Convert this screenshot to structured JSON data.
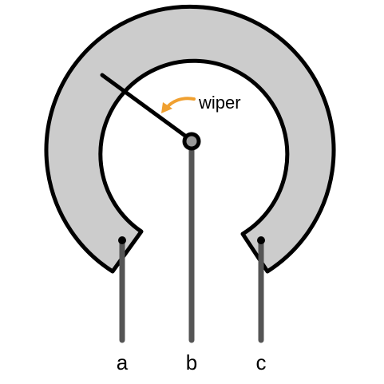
{
  "diagram": {
    "labels": {
      "wiper": "wiper",
      "terminal_a": "a",
      "terminal_b": "b",
      "terminal_c": "c"
    },
    "colors": {
      "track_fill": "#cccccc",
      "outline": "#000000",
      "lead": "#555555",
      "arrow": "#f0a030",
      "background": "#ffffff"
    }
  }
}
